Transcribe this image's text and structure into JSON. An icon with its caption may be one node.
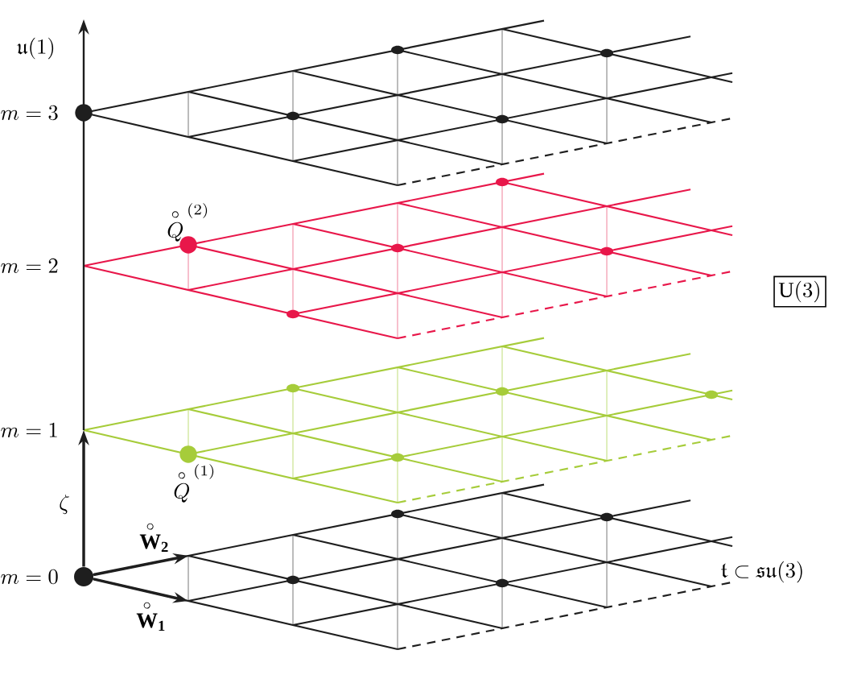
{
  "diagram": {
    "nodes": [
      {
        "text": [],
        "shape": "circle",
        "beside": [
          "m = 3"
        ]
      },
      {
        "text": [],
        "shape": "circle",
        "beside": [
          "\\overset{\\circ}{Q}^{\\,(2)}"
        ]
      },
      {
        "text": [
          "\\mathrm{U}(3)"
        ]
      },
      {
        "text": [
          "m = 1"
        ]
      },
      {
        "text": [],
        "shape": "circle",
        "beside": [
          "\\overset{\\circ}{Q}^{\\,(1)}"
        ]
      },
      {
        "text": [],
        "shape": "circle",
        "beside": [
          "m = 0"
        ]
      }
    ],
    "edges": [
      {
        "from": 5,
        "to": 3,
        "arrow": "to",
        "label": "\\zeta"
      },
      {
        "from": 5,
        "to": null,
        "arrow": "to",
        "label": "\\overset{\\circ}{\\mathbf{W}}_{\\mathbf{2}}"
      },
      {
        "from": 5,
        "to": null,
        "arrow": "to",
        "label": "\\overset{\\circ}{\\mathbf{W}}_{\\mathbf{1}}"
      }
    ],
    "labels": [
      "\\mathfrak{u}(1)",
      "m = 2",
      "\\mathfrak{t}\\subset\\mathfrak{su}(3)"
    ]
  }
}
